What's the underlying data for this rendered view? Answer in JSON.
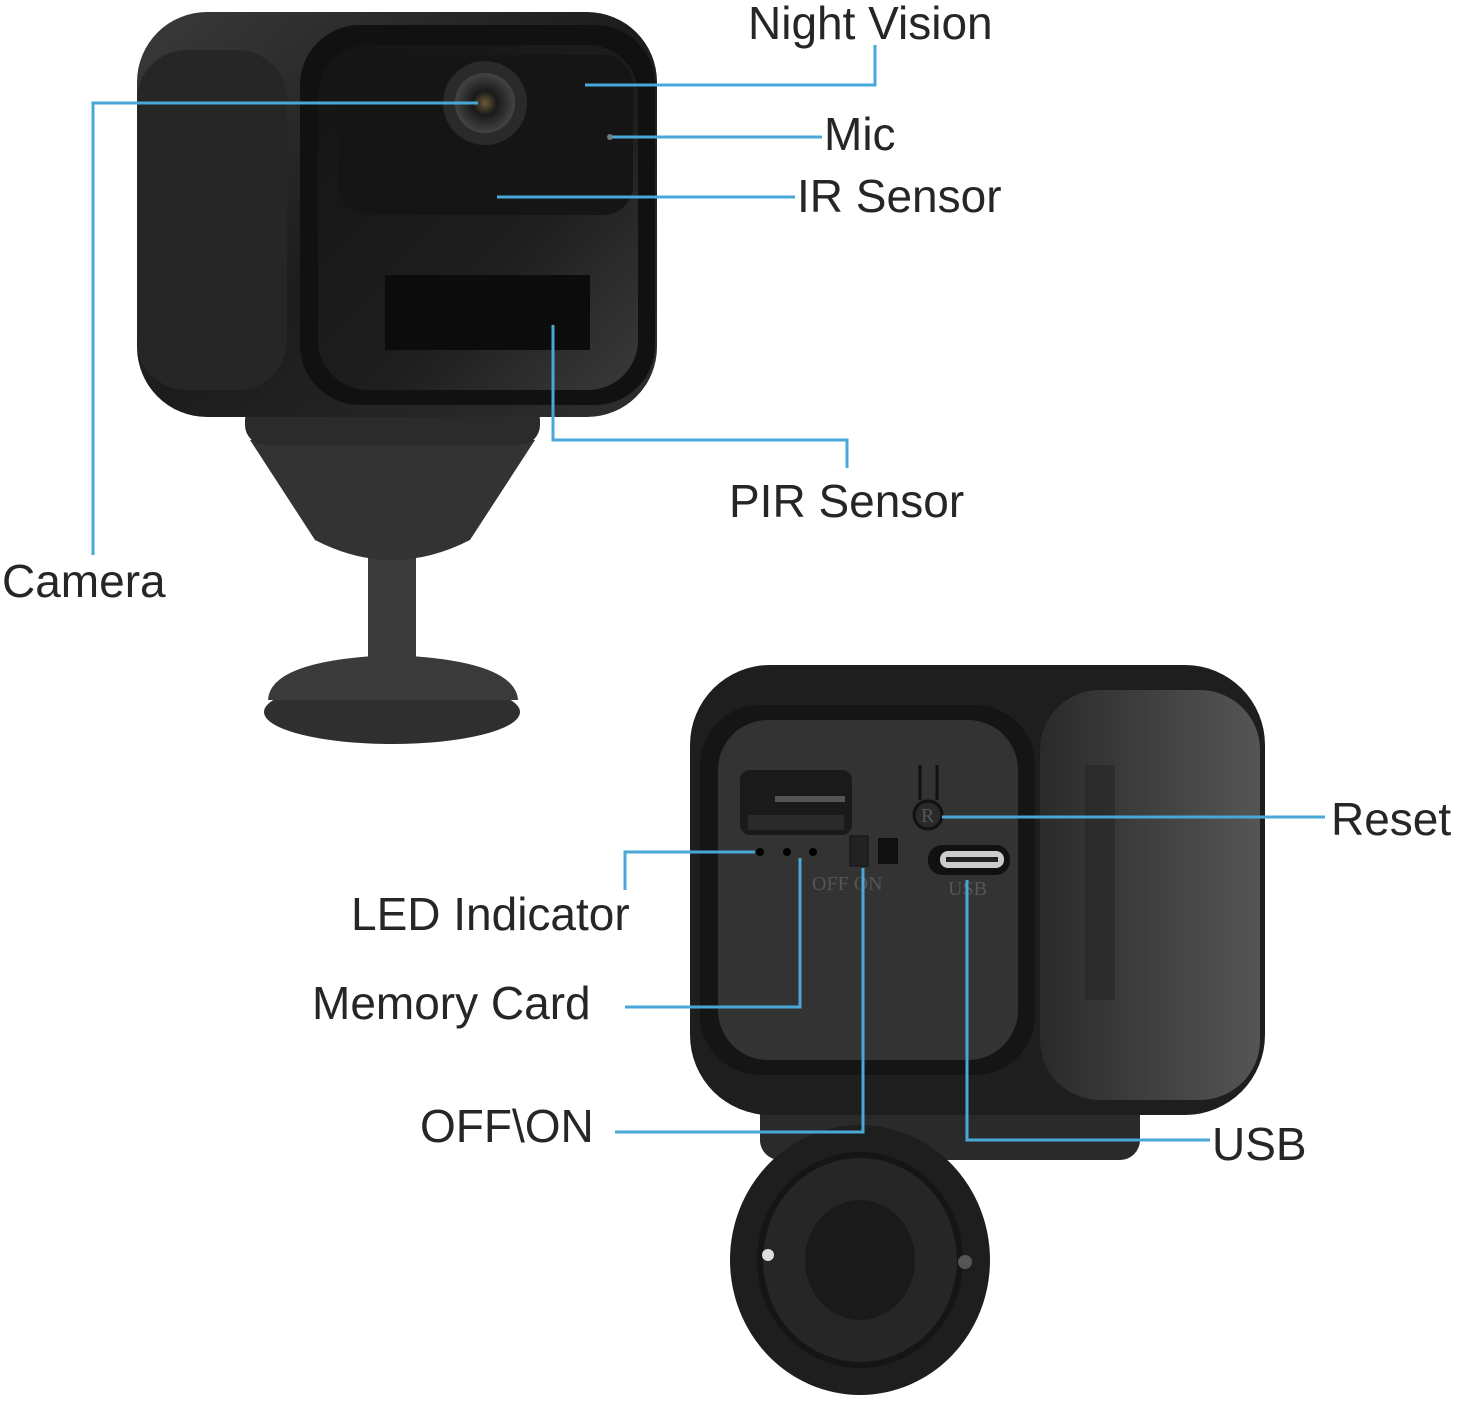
{
  "labels": {
    "night_vision": "Night Vision",
    "mic": "Mic",
    "ir_sensor": "IR Sensor",
    "camera": "Camera",
    "pir_sensor": "PIR Sensor",
    "reset": "Reset",
    "led_indicator": "LED Indicator",
    "memory_card": "Memory Card",
    "off_on": "OFF\\ON",
    "usb": "USB"
  },
  "device_markings": {
    "switch": "OFF  ON",
    "port": "USB",
    "reset": "R"
  },
  "colors": {
    "leader_line": "#4aa8d8",
    "device_body": "#2a2a2a",
    "text": "#262626"
  }
}
